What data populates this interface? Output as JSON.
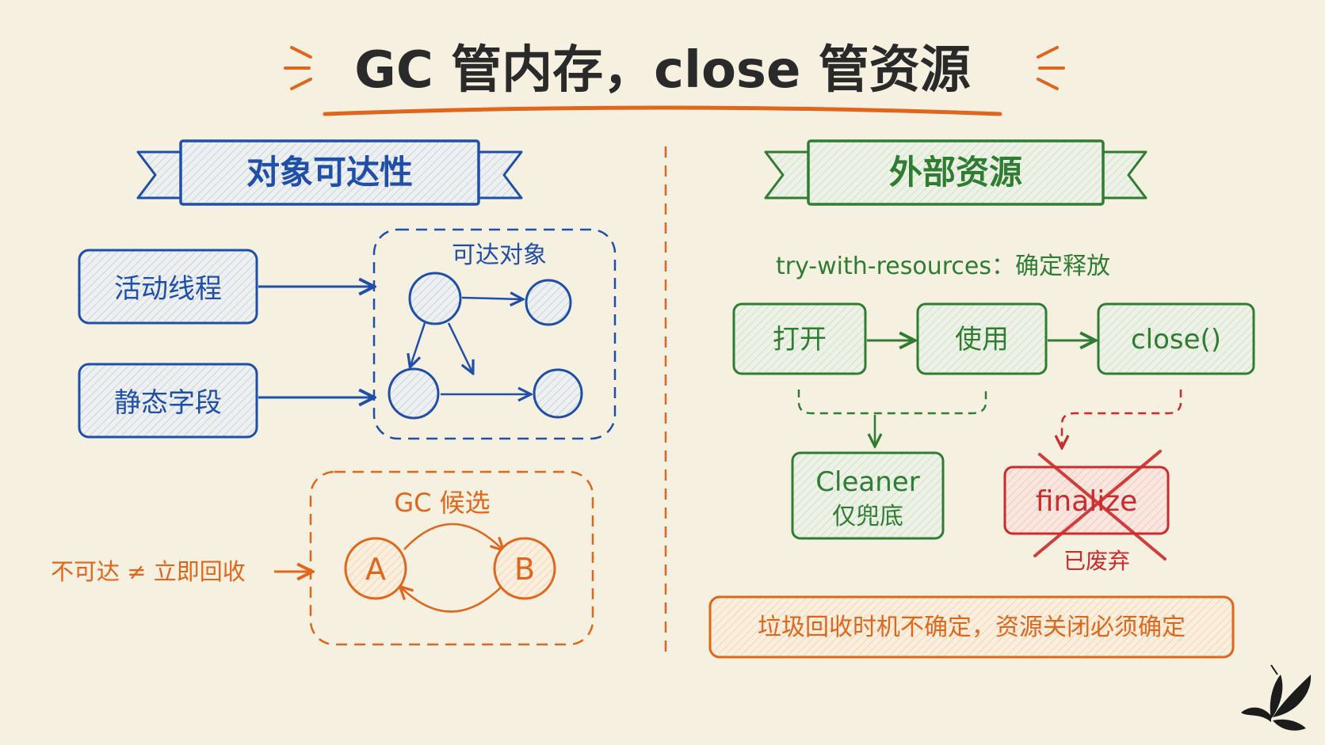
{
  "title": "GC 管内存，close 管资源",
  "colors": {
    "background": "#f6f0e1",
    "ink": "#2a2a2a",
    "blue": "#1f4fa8",
    "green": "#2e7d32",
    "orange": "#e0661c",
    "red": "#cc2b2b"
  },
  "left": {
    "banner": "对象可达性",
    "roots": [
      "活动线程",
      "静态字段"
    ],
    "reachable_label": "可达对象",
    "gc_label": "GC 候选",
    "node_a": "A",
    "node_b": "B",
    "note": "不可达 ≠ 立即回收"
  },
  "right": {
    "banner": "外部资源",
    "subtitle": "try-with-resources：确定释放",
    "steps": [
      "打开",
      "使用",
      "close()"
    ],
    "cleaner_title": "Cleaner",
    "cleaner_sub": "仅兜底",
    "finalize_title": "finalize",
    "finalize_sub": "已废弃",
    "conclusion": "垃圾回收时机不确定，资源关闭必须确定"
  },
  "icons": [
    "butterfly-icon"
  ]
}
